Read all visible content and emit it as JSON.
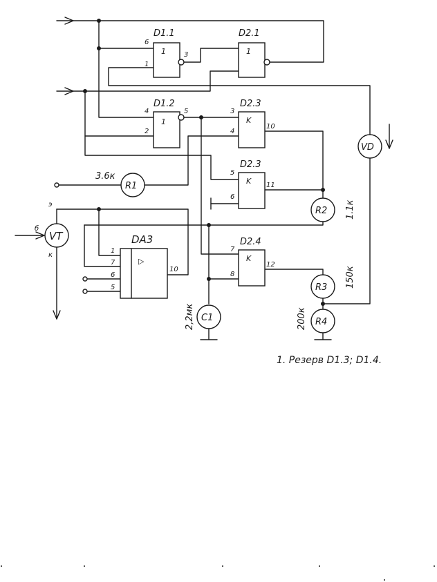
{
  "gates": {
    "d11": {
      "label": "D1.1",
      "sym": "1",
      "pins": {
        "a": "6",
        "b": "1",
        "out": "3"
      }
    },
    "d21": {
      "label": "D2.1",
      "sym": "1"
    },
    "d12": {
      "label": "D1.2",
      "sym": "1",
      "pins": {
        "a": "4",
        "b": "2",
        "out": "5"
      }
    },
    "d23a": {
      "label": "D2.3",
      "sym": "K",
      "pins": {
        "a": "3",
        "b": "4",
        "out": "10"
      }
    },
    "d23b": {
      "label": "D2.3",
      "sym": "K",
      "pins": {
        "a": "5",
        "b": "6",
        "out": "11"
      }
    },
    "d24": {
      "label": "D2.4",
      "sym": "K",
      "pins": {
        "a": "7",
        "b": "8",
        "out": "12"
      }
    },
    "da3": {
      "label": "DA3",
      "sym": "▷",
      "pins": {
        "p1": "1",
        "p7": "7",
        "p6": "6",
        "p5": "5",
        "out": "10"
      }
    }
  },
  "components": {
    "r1": {
      "label": "R1",
      "value": "3.6к"
    },
    "r2": {
      "label": "R2",
      "value": "1.1к"
    },
    "r3": {
      "label": "R3",
      "value": "150к"
    },
    "r4": {
      "label": "R4",
      "value": "200к"
    },
    "c1": {
      "label": "C1",
      "value": "2,2мк"
    },
    "vd": {
      "label": "VD"
    },
    "vt": {
      "label": "VT",
      "e": "э",
      "b": "б",
      "k": "к"
    }
  },
  "note": "1. Резерв D1.3; D1.4."
}
